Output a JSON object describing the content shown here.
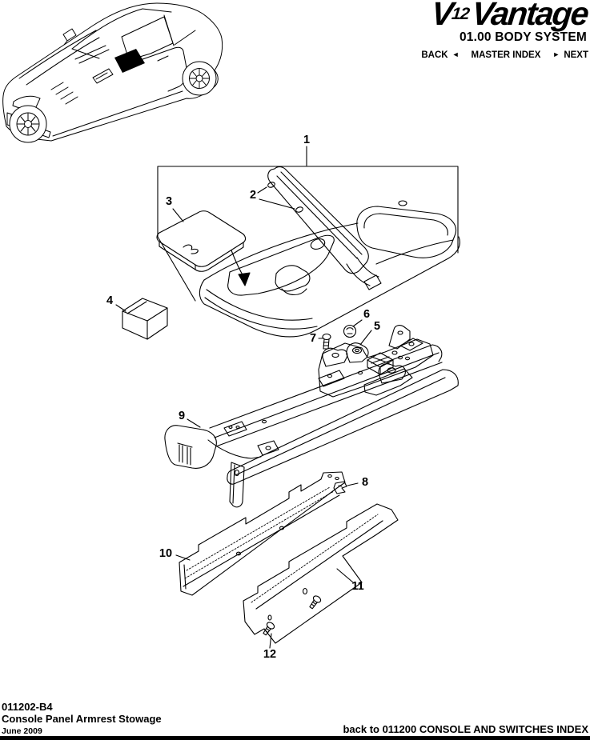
{
  "header": {
    "logo": {
      "v": "V",
      "twelve": "12",
      "vantage": "Vantage"
    },
    "section_title": "01.00 BODY SYSTEM",
    "nav": {
      "back_label": "BACK",
      "back_arrow": "◄",
      "master_index_label": "MASTER INDEX",
      "next_arrow": "►",
      "next_label": "NEXT"
    }
  },
  "diagram": {
    "callouts": [
      "1",
      "2",
      "3",
      "4",
      "5",
      "6",
      "7",
      "8",
      "9",
      "10",
      "11",
      "12"
    ]
  },
  "footer": {
    "doc_code": "011202-B4",
    "doc_title": "Console Panel Armrest Stowage",
    "date": "June 2009",
    "back_link": "back to 011200 CONSOLE AND SWITCHES INDEX"
  },
  "colors": {
    "ink": "#000000",
    "paper": "#ffffff"
  }
}
